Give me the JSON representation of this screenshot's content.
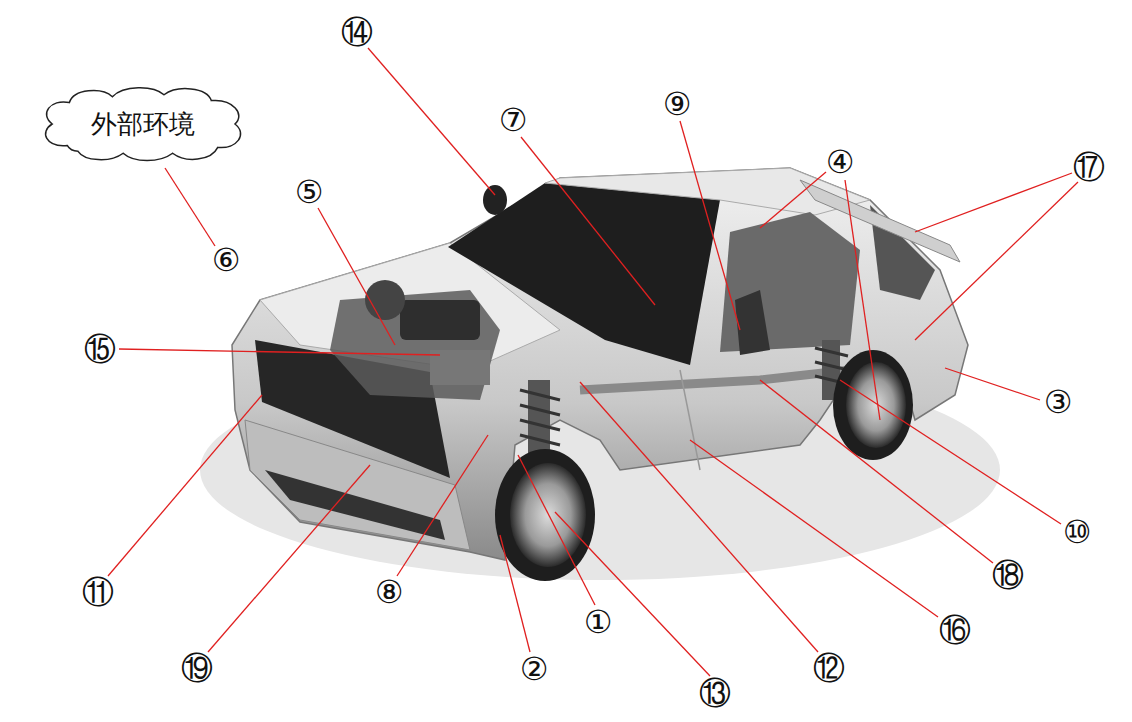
{
  "diagram": {
    "nodes": [
      {
        "text": [
          "外部环境"
        ]
      }
    ],
    "labels": [
      "⑭",
      "⑨",
      "⑦",
      "④",
      "⑰",
      "⑤",
      "⑥",
      "⑮",
      "③",
      "⑩",
      "⑪",
      "⑧",
      "①",
      "⑱",
      "⑯",
      "⑲",
      "②",
      "⑬",
      "⑫"
    ]
  }
}
